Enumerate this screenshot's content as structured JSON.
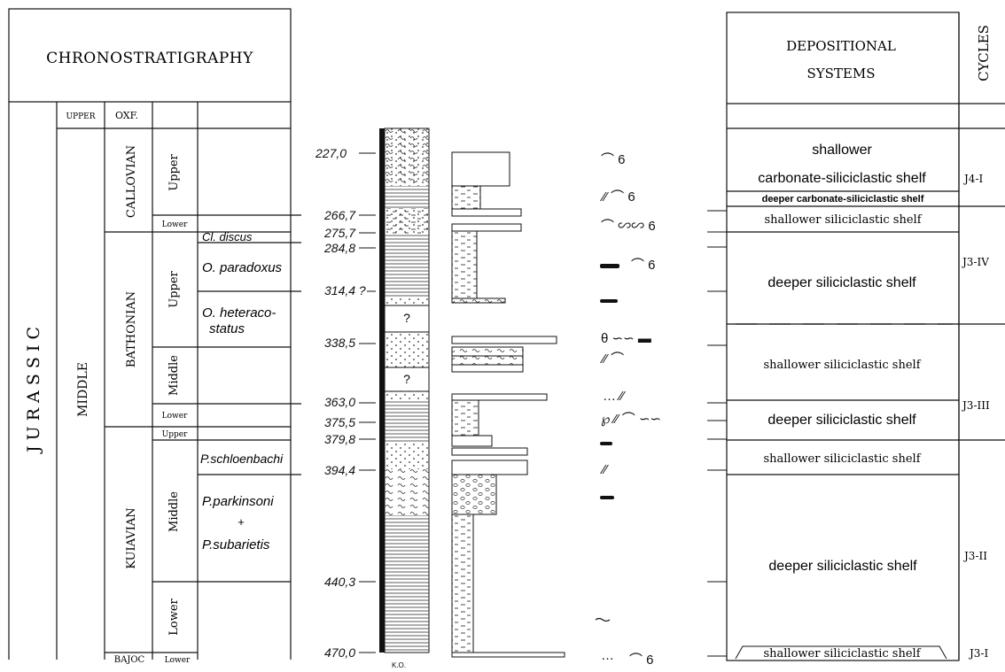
{
  "chrono": {
    "header": "CHRONOSTRATIGRAPHY",
    "system": "J U R A S S I C",
    "series_upper": "UPPER",
    "series_middle": "MIDDLE",
    "stage_oxf": "OXF.",
    "stage_callovian": "CALLOVIAN",
    "stage_bathonian": "BATHONIAN",
    "stage_kuiavian": "KUIAVIAN",
    "stage_bajoc": "BAJOC",
    "substage_upper_1": "Upper",
    "substage_lower_1": "Lower",
    "substage_upper_2": "Upper",
    "substage_middle_2": "Middle",
    "substage_lower_2": "Lower",
    "substage_upper_3": "Upper",
    "substage_middle_3": "Middle",
    "substage_lower_3": "Lower",
    "substage_lower_4": "Lower",
    "zones": {
      "cl_discus": "Cl. discus",
      "o_paradoxus": "O. paradoxus",
      "o_heteraco_1": "O. heteraco-",
      "o_heteraco_2": "status",
      "p_schloenbachi": "P.schloenbachi",
      "p_parkinsoni": "P.parkinsoni",
      "plus": "+",
      "p_subarietis": "P.subarietis"
    }
  },
  "depths": [
    "227,0",
    "266,7",
    "275,7",
    "284,8",
    "314,4 ?",
    "338,5",
    "363,0",
    "375,5",
    "379,8",
    "394,4",
    "440,3",
    "470,0"
  ],
  "litho": {
    "question_1": "?",
    "question_2": "?",
    "base_label": "K.O."
  },
  "depositional": {
    "header_1": "DEPOSITIONAL",
    "header_2": "SYSTEMS",
    "cycles_header": "CYCLES",
    "row_1a": "shallower",
    "row_1b": "carbonate-siliciclastic shelf",
    "row_2": "deeper carbonate-siliciclastic shelf",
    "row_3": "shallower siliciclastic shelf",
    "row_4": "deeper siliciclastic shelf",
    "row_5": "shallower siliciclastic shelf",
    "row_6": "deeper siliciclastic shelf",
    "row_7": "shallower siliciclastic shelf",
    "row_8": "deeper siliciclastic shelf",
    "row_9": "shallower siliciclastic shelf",
    "cycle_1": "J4-I",
    "cycle_2": "J3-IV",
    "cycle_3": "J3-III",
    "cycle_4": "J3-II",
    "cycle_5": "J3-I"
  },
  "fossil_marks": {
    "m1": "⌒ 6",
    "m2": "⁄⁄ ⌒ 6",
    "m3": "⌒ ∽∽ 6",
    "m4": "⌒ 6",
    "m5": "θ ∽∽ ▬",
    "m6": "⁄⁄ ⌒",
    "m7": "… ⁄⁄",
    "m8": "℘ ⁄⁄ ⌒ ∽∽",
    "m9": "⁄⁄",
    "m10": "⌒ 6",
    "m11": "…"
  }
}
